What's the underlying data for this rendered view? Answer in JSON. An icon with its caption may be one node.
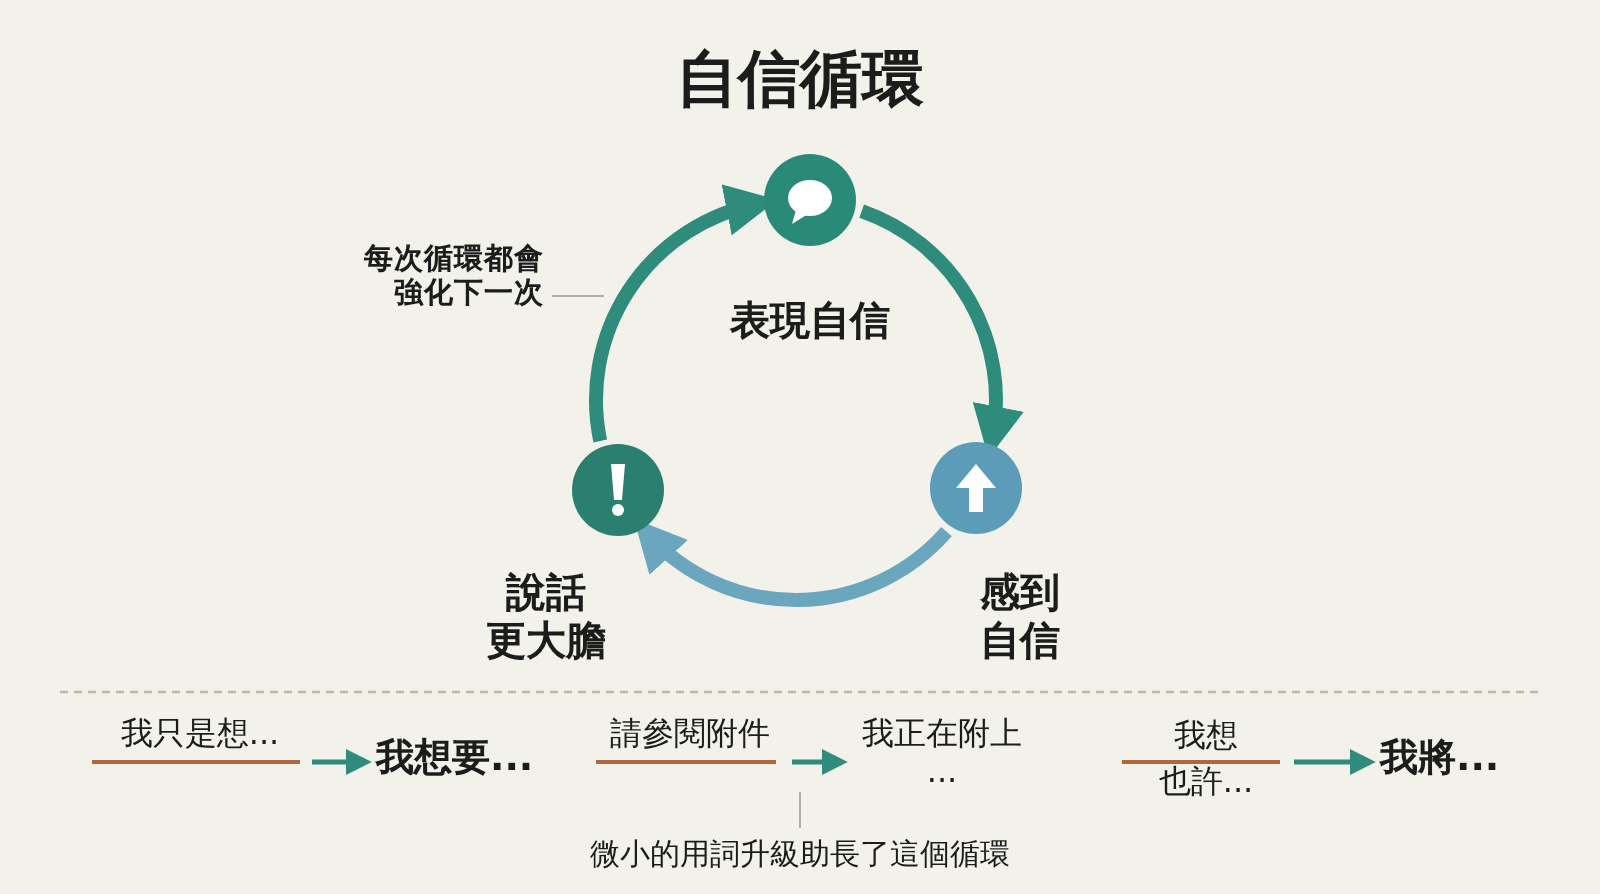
{
  "diagram": {
    "title": "自信循環",
    "nodes": [
      {
        "text": [
          "表現自信"
        ]
      },
      {
        "text": [
          "感到自信"
        ]
      },
      {
        "text": [
          "說話更大膽"
        ]
      },
      {
        "text": [
          "每次循環都會強化下一次"
        ]
      },
      {
        "text": [
          "我只是想..."
        ]
      },
      {
        "text": [
          "我想要..."
        ]
      },
      {
        "text": [
          "請參閱附件"
        ]
      },
      {
        "text": [
          "我正在附上..."
        ]
      },
      {
        "text": [
          "我想也許..."
        ]
      },
      {
        "text": [
          "我將..."
        ]
      },
      {
        "text": [
          "微小的用詞升級助長了這個循環"
        ]
      }
    ],
    "edges": [
      {
        "from": 0,
        "to": 1,
        "arrow": "to",
        "style": "thick"
      },
      {
        "from": 1,
        "to": 2,
        "arrow": "to",
        "style": "thick",
        "color": "#6aa6bd"
      },
      {
        "from": 2,
        "to": 0,
        "arrow": "to",
        "style": "thick"
      },
      {
        "from": 3,
        "to": null,
        "arrow": "none",
        "color": "#b0b0a8"
      },
      {
        "from": 4,
        "to": 5,
        "arrow": "to"
      },
      {
        "from": 6,
        "to": 7,
        "arrow": "to"
      },
      {
        "from": 8,
        "to": 9,
        "arrow": "to"
      },
      {
        "from": 10,
        "to": null,
        "arrow": "none",
        "color": "#b0b0a8"
      }
    ]
  }
}
